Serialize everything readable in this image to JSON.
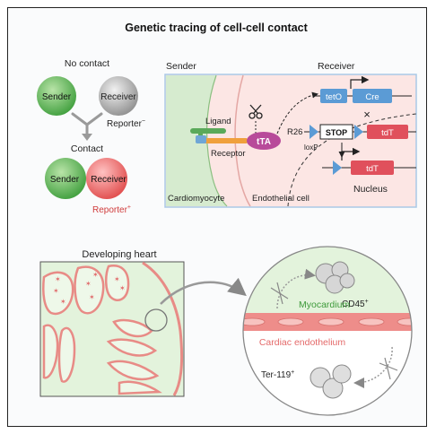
{
  "title": "Genetic tracing of cell-cell contact",
  "left_panel": {
    "no_contact": "No contact",
    "contact": "Contact",
    "sender": "Sender",
    "receiver": "Receiver",
    "reporter_neg": "Reporter",
    "reporter_neg_sup": "−",
    "reporter_pos": "Reporter",
    "reporter_pos_sup": "+"
  },
  "mechanism": {
    "sender_label": "Sender",
    "receiver_label": "Receiver",
    "ligand": "Ligand",
    "receptor": "Receptor",
    "tta": "tTA",
    "teto": "tetO",
    "cre": "Cre",
    "r26": "R26",
    "stop": "STOP",
    "loxp": "loxP",
    "tdt": "tdT",
    "nucleus": "Nucleus",
    "cardiomyocyte": "Cardiomyocyte",
    "endothelial": "Endothelial cell",
    "times": "×"
  },
  "heart": {
    "title": "Developing heart",
    "myocardium": "Myocardium",
    "endothelium": "Cardiac endothelium",
    "cd45": "CD45",
    "cd45_sup": "+",
    "ter119": "Ter-119",
    "ter119_sup": "+"
  },
  "colors": {
    "green_cell": "#4caf50",
    "grey_cell": "#9e9e9e",
    "red_cell": "#e85a5a",
    "pink_bg": "#fbe1df",
    "green_bg": "#e3f3dc",
    "tta_purple": "#b84a9a",
    "blue_gene": "#5b9bd5",
    "red_gene": "#e0505c",
    "myocardium_text": "#3d9a3a",
    "endothelium_text": "#e46a6a"
  }
}
